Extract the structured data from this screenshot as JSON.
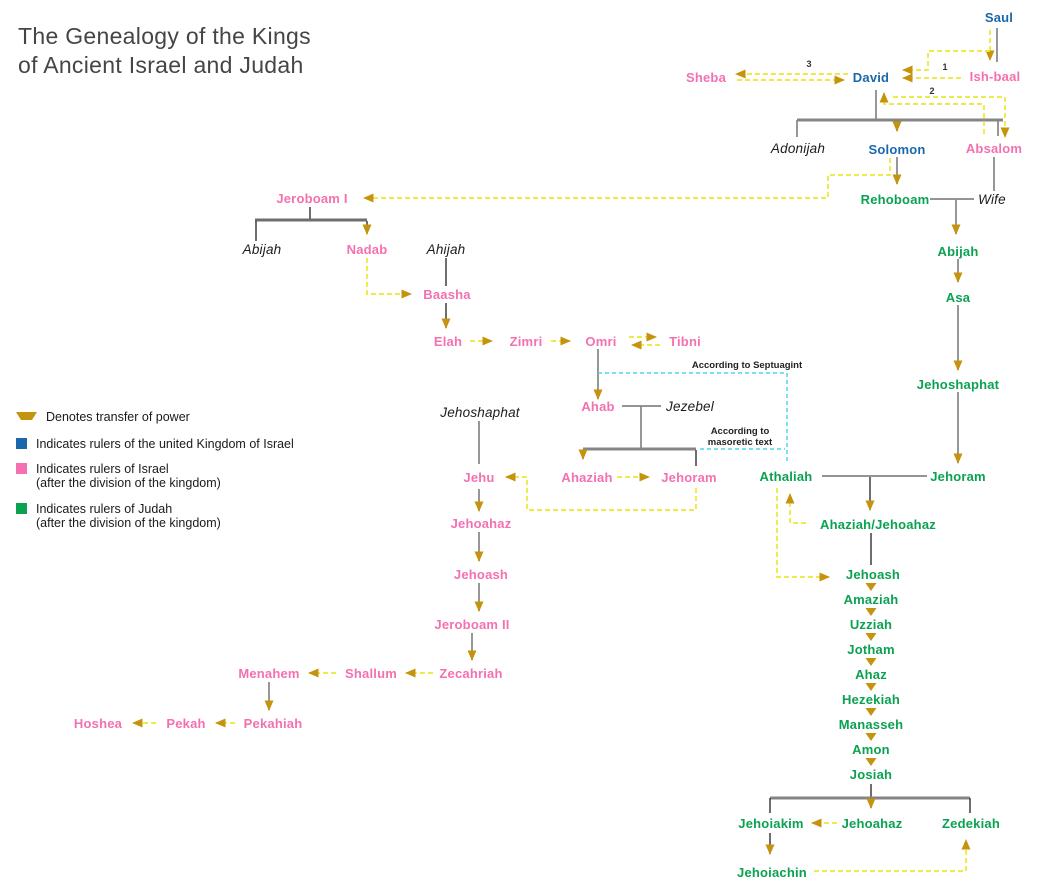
{
  "title": {
    "line1": "The Genealogy of the Kings",
    "line2": "of Ancient Israel and Judah"
  },
  "legend": {
    "transfer": "Denotes transfer of power",
    "united": "Indicates rulers of the united Kingdom of Israel",
    "israel_1": "Indicates rulers of Israel",
    "israel_2": "(after the division of the kingdom)",
    "judah_1": "Indicates rulers of Judah",
    "judah_2": "(after the division of the kingdom)"
  },
  "annotations": {
    "septuagint": "According to Septuagint",
    "masoretic_1": "According to",
    "masoretic_2": "masoretic text",
    "seq_1": "1",
    "seq_2": "2",
    "seq_3": "3"
  },
  "nodes": {
    "saul": "Saul",
    "david": "David",
    "solomon": "Solomon",
    "sheba": "Sheba",
    "ishbaal": "Ish-baal",
    "absalom": "Absalom",
    "adonijah": "Adonijah",
    "wife": "Wife",
    "rehoboam": "Rehoboam",
    "jeroboam_i": "Jeroboam I",
    "abijah_israel": "Abijah",
    "nadab": "Nadab",
    "ahijah": "Ahijah",
    "baasha": "Baasha",
    "elah": "Elah",
    "zimri": "Zimri",
    "omri": "Omri",
    "tibni": "Tibni",
    "ahab": "Ahab",
    "jezebel": "Jezebel",
    "abijah_judah": "Abijah",
    "asa": "Asa",
    "jehoshaphat_judah": "Jehoshaphat",
    "jehoshaphat_israel": "Jehoshaphat",
    "jehu": "Jehu",
    "ahaziah_israel": "Ahaziah",
    "jehoram_israel": "Jehoram",
    "athaliah": "Athaliah",
    "jehoram_judah": "Jehoram",
    "ahaziah_jehoahaz": "Ahaziah/Jehoahaz",
    "jehoahaz_israel": "Jehoahaz",
    "jehoash_israel": "Jehoash",
    "jeroboam_ii": "Jeroboam II",
    "zecahriah": "Zecahriah",
    "shallum": "Shallum",
    "menahem": "Menahem",
    "pekahiah": "Pekahiah",
    "pekah": "Pekah",
    "hoshea": "Hoshea",
    "jehoash_judah": "Jehoash",
    "amaziah": "Amaziah",
    "uzziah": "Uzziah",
    "jotham": "Jotham",
    "ahaz": "Ahaz",
    "hezekiah": "Hezekiah",
    "manasseh": "Manasseh",
    "amon": "Amon",
    "josiah": "Josiah",
    "jehoiakim": "Jehoiakim",
    "jehoahaz_judah": "Jehoahaz",
    "zedekiah": "Zedekiah",
    "jehoiachin": "Jehoiachin"
  },
  "colors": {
    "united_blue": "#1b67ac",
    "israel_pink": "#f470b0",
    "judah_green": "#0aa251",
    "transfer_gold": "#c6930e",
    "transfer_yellow": "#ede832",
    "annotation_cyan": "#4fd5e7",
    "family_gray": "#858585",
    "family_dark": "#303030"
  }
}
